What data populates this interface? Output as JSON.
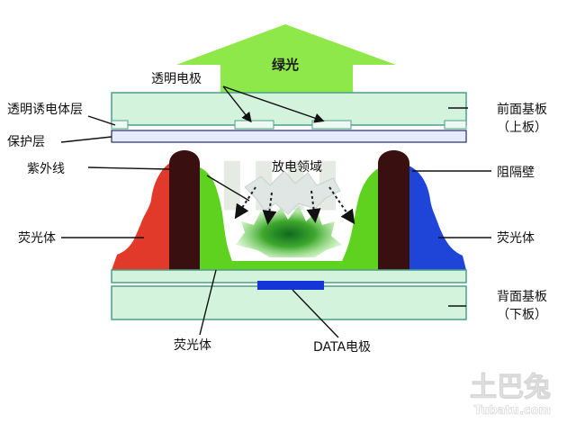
{
  "labels": {
    "green_light": "绿光",
    "transparent_electrode": "透明电极",
    "transparent_dielectric": "透明诱电体层",
    "protective_layer": "保护层",
    "uv_rays": "紫外线",
    "phosphor_left": "荧光体",
    "phosphor_right": "荧光体",
    "phosphor_bottom": "荧光体",
    "discharge_region": "放电领域",
    "front_substrate": "前面基板",
    "front_substrate_sub": "（上板）",
    "barrier_wall": "阻隔壁",
    "back_substrate": "背面基板",
    "back_substrate_sub": "（下板）",
    "data_electrode": "DATA电极"
  },
  "watermark": {
    "logo": "土巴兔",
    "url": "Tubatu.com"
  },
  "colors": {
    "arrow_green": "#8ee84a",
    "substrate": "#d4f3dd",
    "substrate_border": "#4aa08a",
    "protective_layer": "#e6ecff",
    "barrier_wall": "#3a0f10",
    "phosphor_red": "#e23a2a",
    "phosphor_green": "#5ed21e",
    "phosphor_blue": "#1e44d8",
    "data_electrode": "#1436d6"
  }
}
